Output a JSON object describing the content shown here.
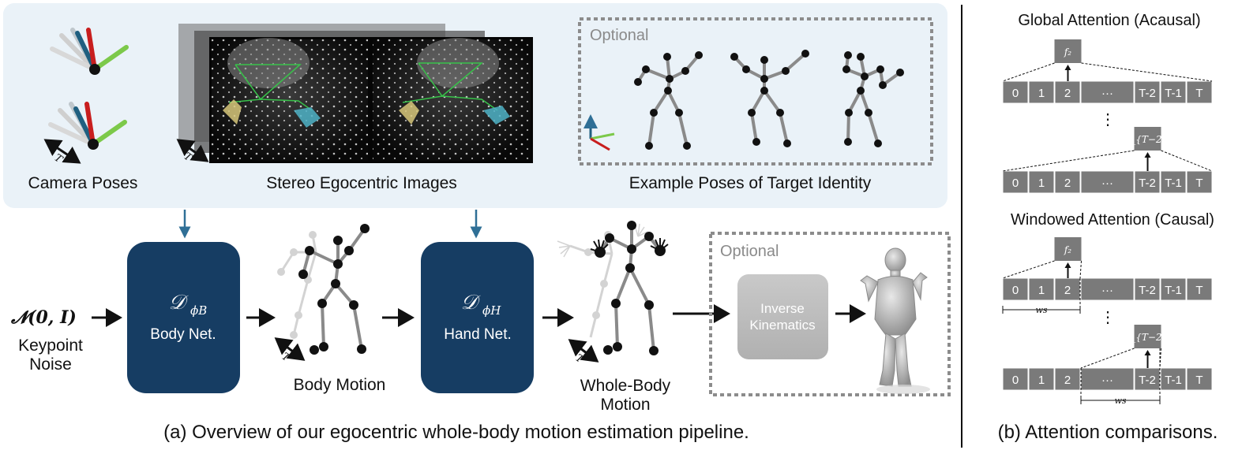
{
  "top_panel": {
    "camera_poses_label": "Camera Poses",
    "stereo_images_label": "Stereo Egocentric Images",
    "optional_label": "Optional",
    "example_poses_label": "Example Poses of Target Identity",
    "t_symbol": "T"
  },
  "pipeline": {
    "noise_symbol": "𝓝(0, I)",
    "noise_label_line1": "Keypoint",
    "noise_label_line2": "Noise",
    "body_net_symbol": "𝒟",
    "body_net_sub": "ϕB",
    "body_net_label": "Body Net.",
    "body_motion_label": "Body Motion",
    "hand_net_symbol": "𝒟",
    "hand_net_sub": "ϕH",
    "hand_net_label": "Hand Net.",
    "whole_body_line1": "Whole-Body",
    "whole_body_line2": "Motion",
    "optional_label": "Optional",
    "ik_line1": "Inverse",
    "ik_line2": "Kinematics",
    "t_symbol": "T"
  },
  "captions": {
    "caption_a": "(a) Overview of our egocentric whole-body motion estimation pipeline.",
    "caption_b": "(b) Attention comparisons."
  },
  "attention": {
    "global_title": "Global Attention (Acausal)",
    "windowed_title": "Windowed Attention (Causal)",
    "frames": [
      "0",
      "1",
      "2",
      "···",
      "T-2",
      "T-1",
      "T"
    ],
    "f2": "f₂",
    "fT2": "f_{T−2}",
    "ws": "ws",
    "vdots": "⋮"
  },
  "colors": {
    "panel_bg": "#eaf2f8",
    "net_fill": "#163d63",
    "ik_fill": "#bdbdbd",
    "frame_fill": "#7a7a7a",
    "accent_arrow": "#2f6f96"
  }
}
